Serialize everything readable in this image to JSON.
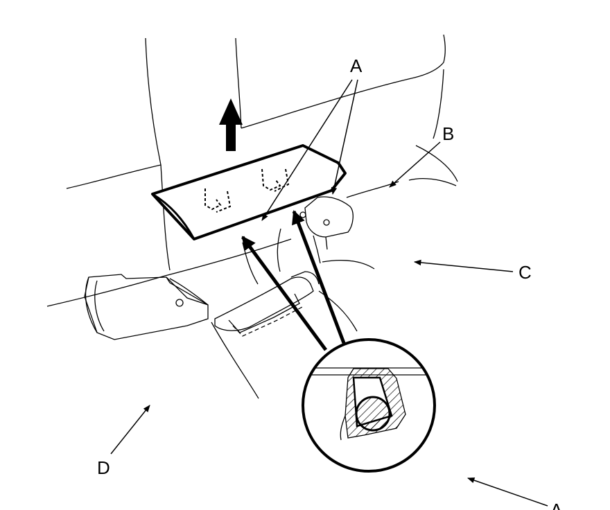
{
  "diagram": {
    "callouts": {
      "a_top": "A",
      "b": "B",
      "c": "C",
      "d": "D",
      "a_bottom": "A"
    }
  }
}
